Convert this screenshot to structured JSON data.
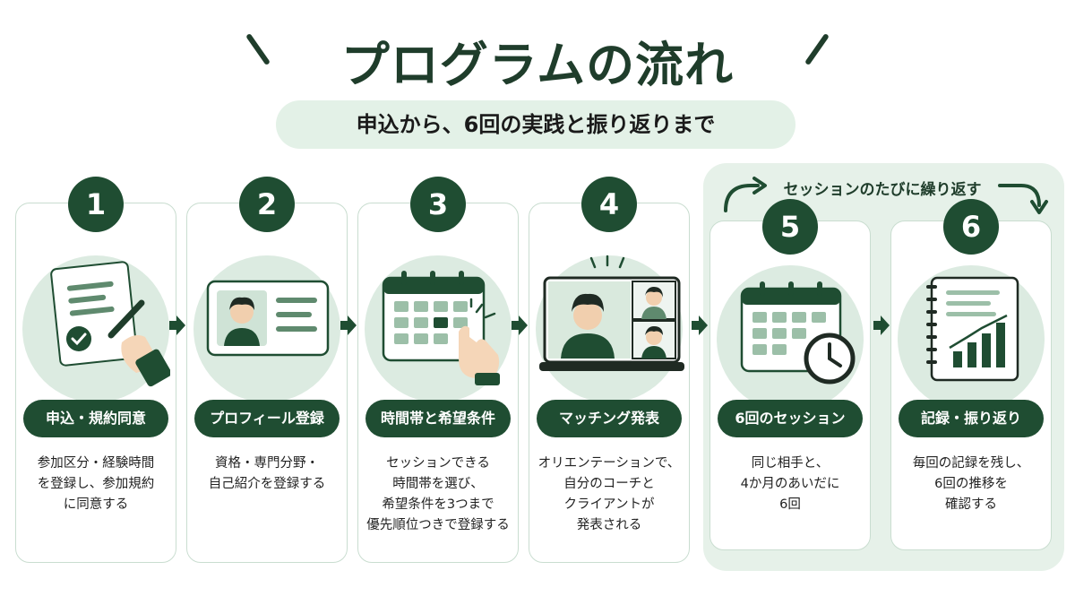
{
  "header": {
    "title": "プログラムの流れ",
    "subtitle": "申込から、6回の実践と振り返りまで"
  },
  "repeat": {
    "label": "セッションのたびに繰り返す"
  },
  "steps": [
    {
      "number": "1",
      "title": "申込・規約同意",
      "lines": [
        "参加区分・経験時間",
        "を登録し、参加規約",
        "に同意する"
      ]
    },
    {
      "number": "2",
      "title": "プロフィール登録",
      "lines": [
        "資格・専門分野・",
        "自己紹介を登録する"
      ]
    },
    {
      "number": "3",
      "title": "時間帯と希望条件",
      "lines": [
        "セッションできる",
        "時間帯を選び、",
        "希望条件を3つまで",
        "優先順位つきで登録する"
      ]
    },
    {
      "number": "4",
      "title": "マッチング発表",
      "lines": [
        "オリエンテーションで、",
        "自分のコーチと",
        "クライアントが",
        "発表される"
      ]
    },
    {
      "number": "5",
      "title": "6回のセッション",
      "lines": [
        "同じ相手と、",
        "4か月のあいだに",
        "6回"
      ]
    },
    {
      "number": "6",
      "title": "記録・振り返り",
      "lines": [
        "毎回の記録を残し、",
        "6回の推移を",
        "確認する"
      ]
    }
  ],
  "colors": {
    "dark_green": "#1f4d32",
    "light_green": "#dcebe1",
    "repeat_bg": "#e6f1e9",
    "subtitle_bg": "#e3f1e7"
  },
  "icons": [
    "document-sign-icon",
    "profile-card-icon",
    "calendar-select-icon",
    "video-call-icon",
    "calendar-clock-icon",
    "report-chart-icon"
  ]
}
